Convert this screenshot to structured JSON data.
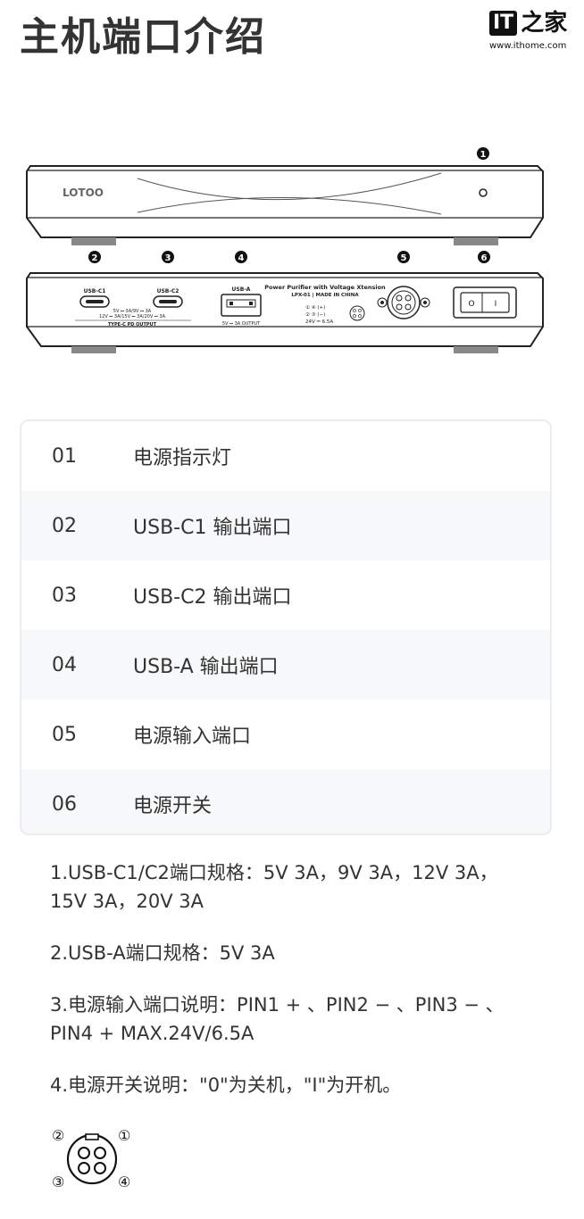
{
  "header": {
    "title": "主机端口介绍",
    "logo_mark": "IT",
    "logo_chinese": "之家",
    "logo_url": "www.ithome.com"
  },
  "device": {
    "brand": "LOTOO",
    "callouts": [
      "1",
      "2",
      "3",
      "4",
      "5",
      "6"
    ],
    "usb_c1_label": "USB-C1",
    "usb_c2_label": "USB-C2",
    "usb_c_spec_line1": "5V ⎓ 3A/9V ⎓ 3A",
    "usb_c_spec_line2": "12V ⎓ 3A/15V ⎓ 3A/20V ⎓ 3A",
    "type_c_output": "TYPE-C PD OUTPUT",
    "usb_a_label": "USB-A",
    "usb_a_output": "5V ⎓ 3A OUTPUT",
    "product_name": "Power Purifier with Voltage Xtension",
    "model_line": "LPX-01 | MADE IN CHINA",
    "pin_line1": "① ④ (+)",
    "pin_line2": "② ③ (−)",
    "pin_line3": "24V ⎓ 6.5A",
    "switch_on": "I",
    "switch_off": "O"
  },
  "ports_table": {
    "rows": [
      {
        "num": "01",
        "desc": "电源指示灯"
      },
      {
        "num": "02",
        "desc": "USB-C1 输出端口"
      },
      {
        "num": "03",
        "desc": "USB-C2 输出端口"
      },
      {
        "num": "04",
        "desc": "USB-A 输出端口"
      },
      {
        "num": "05",
        "desc": "电源输入端口"
      },
      {
        "num": "06",
        "desc": "电源开关"
      }
    ]
  },
  "notes": [
    "1.USB-C1/C2端口规格：5V 3A，9V 3A，12V 3A，15V 3A，20V 3A",
    "2.USB-A端口规格：5V 3A",
    "3.电源输入端口说明：PIN1 + 、PIN2 − 、PIN3 − 、PIN4 + MAX.24V/6.5A",
    "4.电源开关说明：\"0\"为关机，\"I\"为开机。"
  ],
  "pin_diagram": {
    "labels": [
      "①",
      "②",
      "③",
      "④"
    ]
  }
}
